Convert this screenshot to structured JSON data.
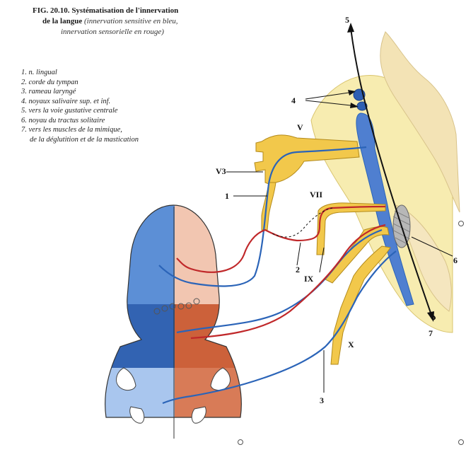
{
  "caption": {
    "fig_number": "FIG. 20.10.",
    "title_part1": "Systématisation de l'innervation",
    "title_part2": "de la langue",
    "subtitle_part1": "(innervation sensitive en bleu,",
    "subtitle_part2": "innervation sensorielle en rouge)"
  },
  "legend": [
    "1. n. lingual",
    "2. corde du tympan",
    "3. rameau laryngé",
    "4. noyaux salivaire sup. et inf.",
    "5. vers la voie gustative centrale",
    "6. noyau du tractus solitaire",
    "7. vers les muscles de la mimique,",
    "de la déglutition et de la mastication"
  ],
  "labels": {
    "n1": "1",
    "n2": "2",
    "n3": "3",
    "n4": "4",
    "n5": "5",
    "n6": "6",
    "n7": "7",
    "v": "V",
    "v3": "V3",
    "vii": "VII",
    "ix": "IX",
    "x": "X"
  },
  "colors": {
    "sensitive_blue": "#2b64b8",
    "sensory_red": "#c0282a",
    "nerve_yellow": "#f2c84b",
    "brainstem_cream": "#f7ecb0",
    "tongue_blue": "#5c8fd6",
    "tongue_red": "#e9a084"
  }
}
